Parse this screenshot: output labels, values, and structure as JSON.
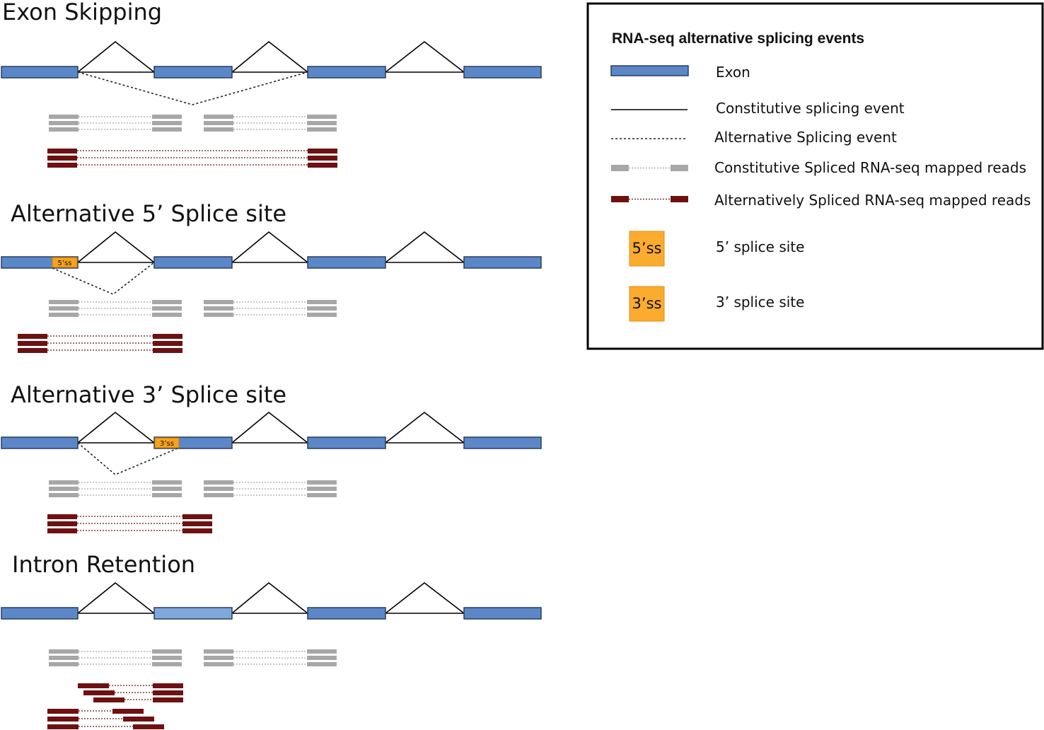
{
  "panels": [
    {
      "id": "exon-skipping",
      "title": "Exon Skipping",
      "site": null
    },
    {
      "id": "alt-5ss",
      "title": "Alternative 5’ Splice site",
      "site": "5’ss"
    },
    {
      "id": "alt-3ss",
      "title": "Alternative 3’ Splice site",
      "site": "3’ss"
    },
    {
      "id": "intron-retention",
      "title": "Intron Retention",
      "site": null
    }
  ],
  "legend": {
    "title": "RNA-seq alternative splicing events",
    "items": [
      {
        "label": "Exon",
        "icon": "exon-bar"
      },
      {
        "label": "Constitutive splicing event",
        "icon": "solid-line"
      },
      {
        "label": "Alternative Splicing event",
        "icon": "dotted-line"
      },
      {
        "label": "Constitutive Spliced RNA-seq mapped reads",
        "icon": "grey-read"
      },
      {
        "label": "Alternatively Spliced RNA-seq mapped reads",
        "icon": "red-read"
      },
      {
        "label": "5’ splice site",
        "icon": "orange-box",
        "box_text": "5’ss"
      },
      {
        "label": "3’ splice site",
        "icon": "orange-box",
        "box_text": "3’ss"
      }
    ]
  },
  "colors": {
    "exon": "#5b87c9",
    "exon_retained": "#7fa8dd",
    "constitutive_read": "#a7a7a7",
    "alternative_read": "#6e1111",
    "splice_site": "#f7a21b"
  }
}
